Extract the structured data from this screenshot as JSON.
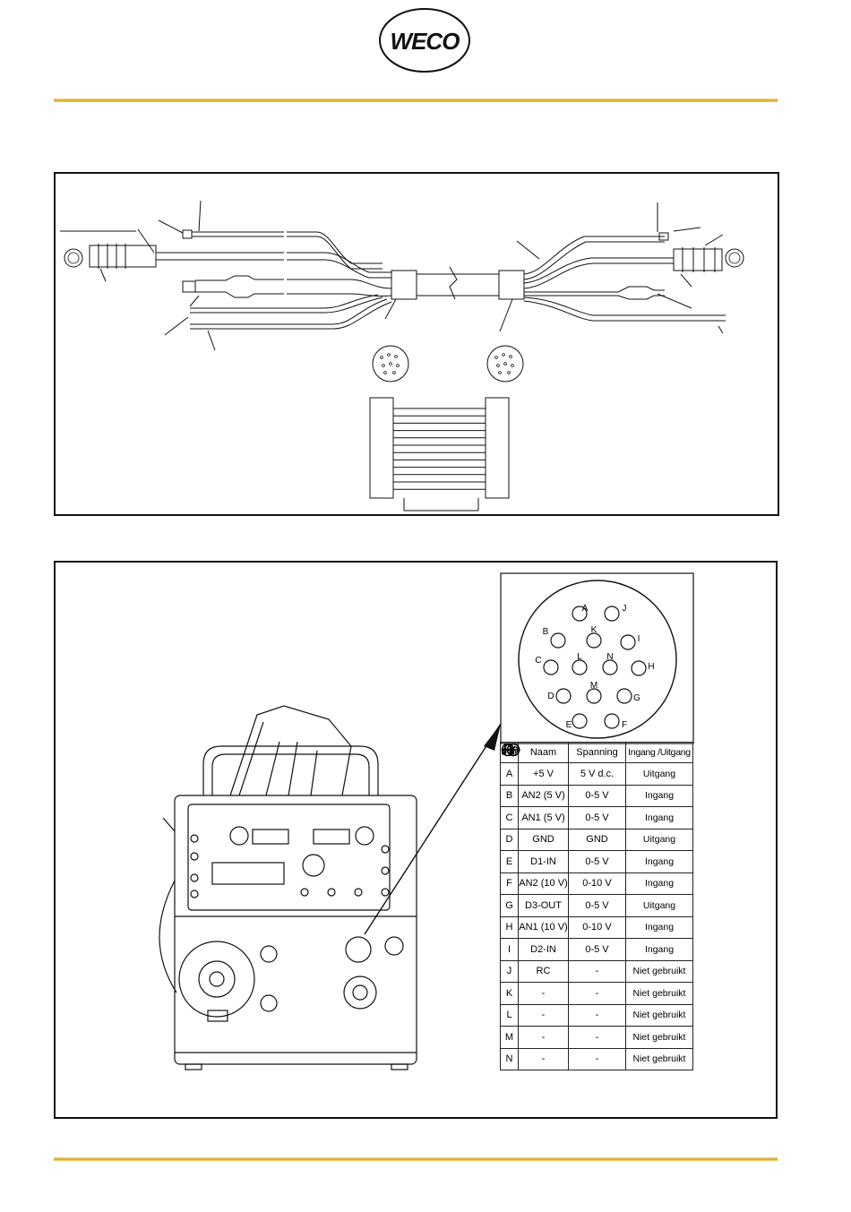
{
  "logo": {
    "text": "WECO"
  },
  "colors": {
    "rule_gold": "#d9a520",
    "line": "#111111"
  },
  "pin_diagram": {
    "pins": [
      "A",
      "J",
      "B",
      "K",
      "I",
      "C",
      "L",
      "N",
      "H",
      "D",
      "M",
      "G",
      "E",
      "F"
    ]
  },
  "table": {
    "headers": {
      "pin": "Pin",
      "name": "Naam",
      "voltage": "Spanning",
      "io": "Ingang /Uitgang"
    },
    "rows": [
      {
        "pin": "A",
        "name": "+5 V",
        "signal": "none",
        "voltage": "5 V d.c.",
        "io": "Uitgang",
        "io_icon": "output-icon"
      },
      {
        "pin": "B",
        "name": "AN2 (5 V)",
        "signal": "analog-wave-icon",
        "voltage": "0-5 V",
        "io": "Ingang",
        "io_icon": "input-icon"
      },
      {
        "pin": "C",
        "name": "AN1 (5 V)",
        "signal": "analog-wave-icon",
        "voltage": "0-5 V",
        "io": "Ingang",
        "io_icon": "input-icon"
      },
      {
        "pin": "D",
        "name": "GND",
        "signal": "none",
        "voltage": "GND",
        "io": "Uitgang",
        "io_icon": "output-icon"
      },
      {
        "pin": "E",
        "name": "D1-IN",
        "signal": "pulse-icon",
        "voltage": "0-5 V",
        "io": "Ingang",
        "io_icon": "input-icon"
      },
      {
        "pin": "F",
        "name": "AN2 (10 V)",
        "signal": "analog-wave-icon",
        "voltage": "0-10 V",
        "io": "Ingang",
        "io_icon": "input-icon"
      },
      {
        "pin": "G",
        "name": "D3-OUT",
        "signal": "pulse-icon",
        "voltage": "0-5 V",
        "io": "Uitgang",
        "io_icon": "output-icon"
      },
      {
        "pin": "H",
        "name": "AN1 (10 V)",
        "signal": "analog-wave-icon",
        "voltage": "0-10 V",
        "io": "Ingang",
        "io_icon": "input-icon"
      },
      {
        "pin": "I",
        "name": "D2-IN",
        "signal": "pulse-icon",
        "voltage": "0-5 V",
        "io": "Ingang",
        "io_icon": "input-icon"
      },
      {
        "pin": "J",
        "name": "RC",
        "signal": "none",
        "voltage": "-",
        "io": "Niet gebruikt",
        "io_icon": "none"
      },
      {
        "pin": "K",
        "name": "-",
        "signal": "none",
        "voltage": "-",
        "io": "Niet gebruikt",
        "io_icon": "none"
      },
      {
        "pin": "L",
        "name": "-",
        "signal": "none",
        "voltage": "-",
        "io": "Niet gebruikt",
        "io_icon": "none"
      },
      {
        "pin": "M",
        "name": "-",
        "signal": "none",
        "voltage": "-",
        "io": "Niet gebruikt",
        "io_icon": "none"
      },
      {
        "pin": "N",
        "name": "-",
        "signal": "none",
        "voltage": "-",
        "io": "Niet gebruikt",
        "io_icon": "none"
      }
    ]
  }
}
